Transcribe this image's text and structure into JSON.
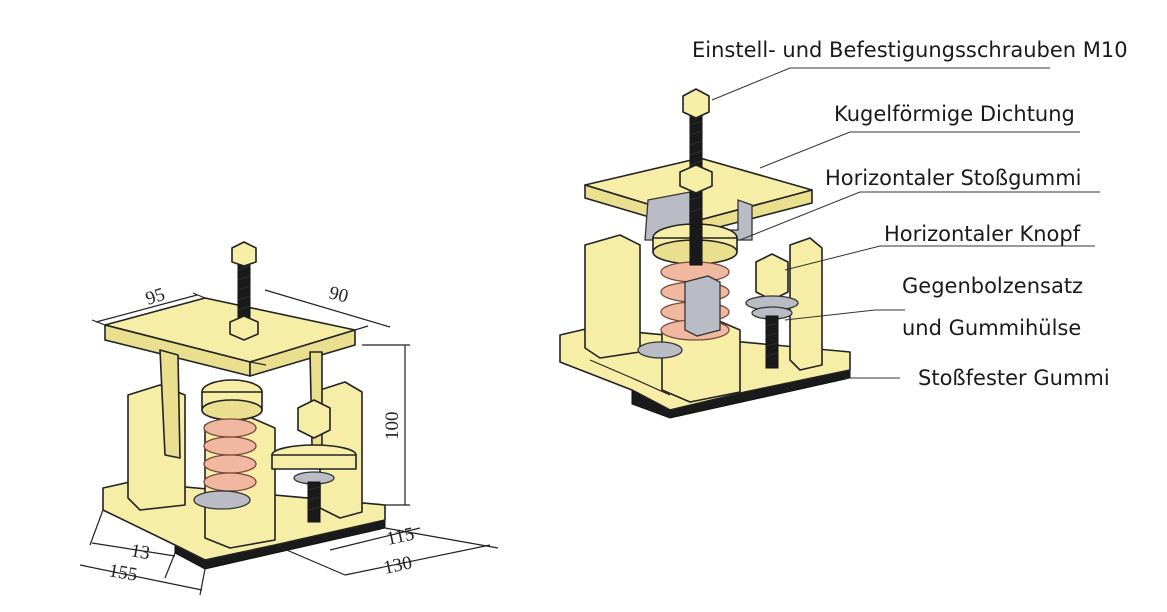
{
  "callouts": {
    "bolts": "Einstell- und Befestigungsschrauben M10",
    "seal": "Kugelförmige Dichtung",
    "horizontal_rubber": "Horizontaler Stoßgummi",
    "horizontal_button": "Horizontaler Knopf",
    "counter_bolt_line1": "Gegenbolzensatz",
    "counter_bolt_line2": "und Gummihülse",
    "shockproof_rubber": "Stoßfester Gummi"
  },
  "dimensions": {
    "top_left": "95",
    "top_right": "90",
    "height": "100",
    "base_inner_left": "13",
    "base_outer_left": "155",
    "base_inner_right": "115",
    "base_outer_right": "130"
  },
  "colors": {
    "body_yellow": "#f6eea6",
    "spring_pink": "#f0b8a0",
    "rubber_black": "#1a1a1a",
    "steel_grey": "#b9bcc4",
    "outline": "#222222"
  }
}
